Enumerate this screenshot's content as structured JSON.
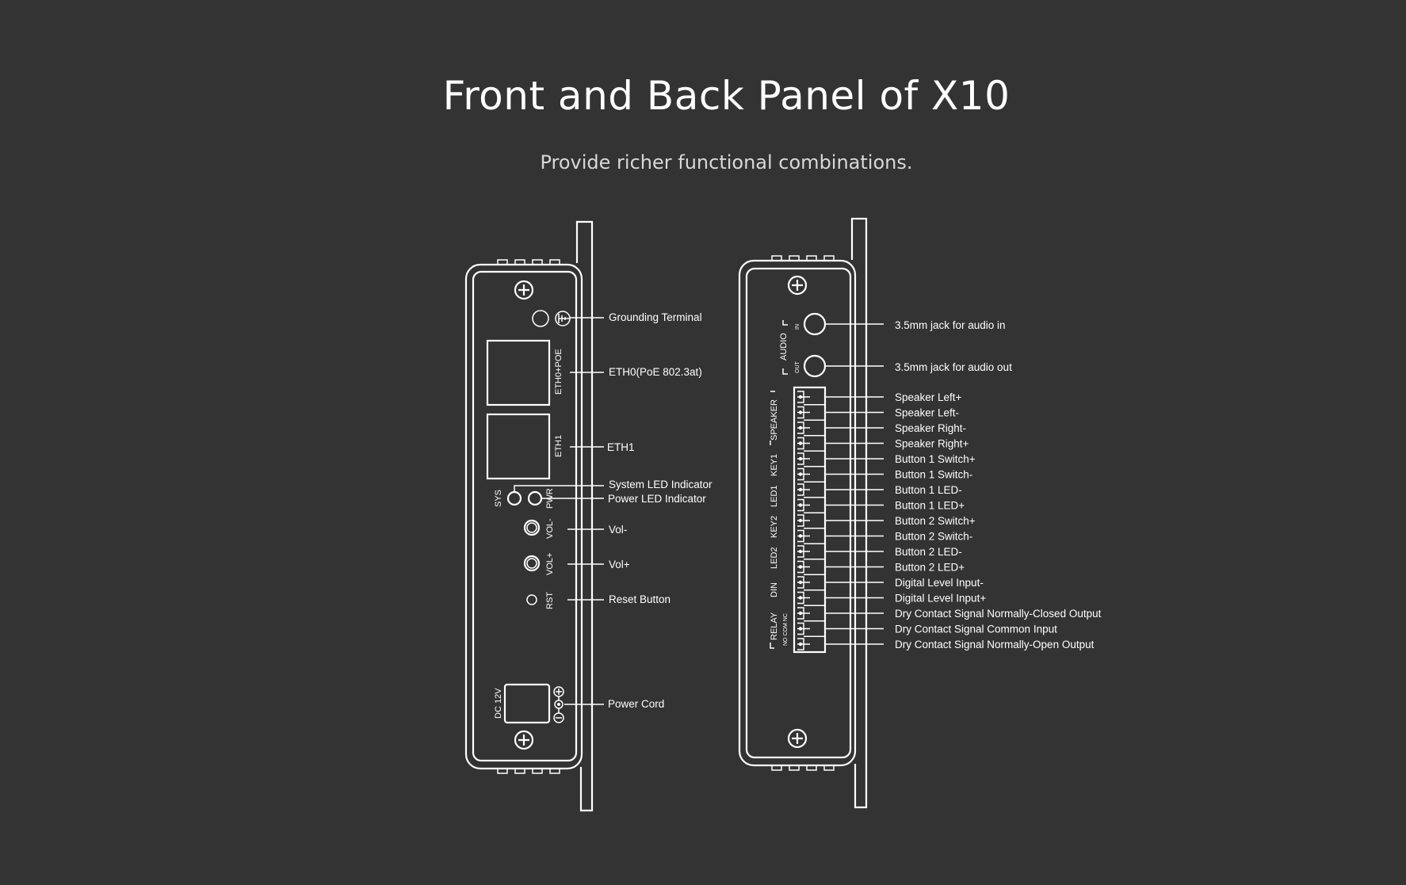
{
  "header": {
    "title": "Front and Back Panel of X10",
    "subtitle": "Provide richer functional combinations."
  },
  "front_panel": {
    "labels": {
      "grounding": "Grounding Terminal",
      "eth0": "ETH0(PoE 802.3at)",
      "eth1": "ETH1",
      "sys_led": "System LED Indicator",
      "pwr_led": "Power LED Indicator",
      "vol_minus": "Vol-",
      "vol_plus": "Vol+",
      "reset": "Reset Button",
      "power_cord": "Power Cord"
    },
    "silk": {
      "eth0": "ETH0+POE",
      "eth1": "ETH1",
      "sys": "SYS",
      "pwr": "PWR",
      "vol_minus": "VOL-",
      "vol_plus": "VOL+",
      "rst": "RST",
      "dc": "DC 12V"
    }
  },
  "back_panel": {
    "labels": {
      "audio_in": "3.5mm jack for audio in",
      "audio_out": "3.5mm jack for audio out"
    },
    "silk": {
      "audio": "AUDIO",
      "in": "IN",
      "out": "OUT",
      "speaker": "SPEAKER",
      "key1": "KEY1",
      "led1": "LED1",
      "key2": "KEY2",
      "led2": "LED2",
      "din": "DIN",
      "relay": "RELAY",
      "relay_pins": "NO COM NC"
    },
    "terminals": [
      {
        "label": "Speaker Left+"
      },
      {
        "label": "Speaker Left-"
      },
      {
        "label": "Speaker Right-"
      },
      {
        "label": "Speaker Right+"
      },
      {
        "label": "Button 1 Switch+"
      },
      {
        "label": "Button 1 Switch-"
      },
      {
        "label": "Button 1 LED-"
      },
      {
        "label": "Button 1 LED+"
      },
      {
        "label": "Button 2 Switch+"
      },
      {
        "label": "Button 2 Switch-"
      },
      {
        "label": "Button 2 LED-"
      },
      {
        "label": "Button 2 LED+"
      },
      {
        "label": "Digital Level Input-"
      },
      {
        "label": "Digital Level Input+"
      },
      {
        "label": "Dry Contact Signal Normally-Closed Output"
      },
      {
        "label": "Dry Contact Signal Common Input"
      },
      {
        "label": "Dry Contact Signal Normally-Open Output"
      }
    ]
  }
}
